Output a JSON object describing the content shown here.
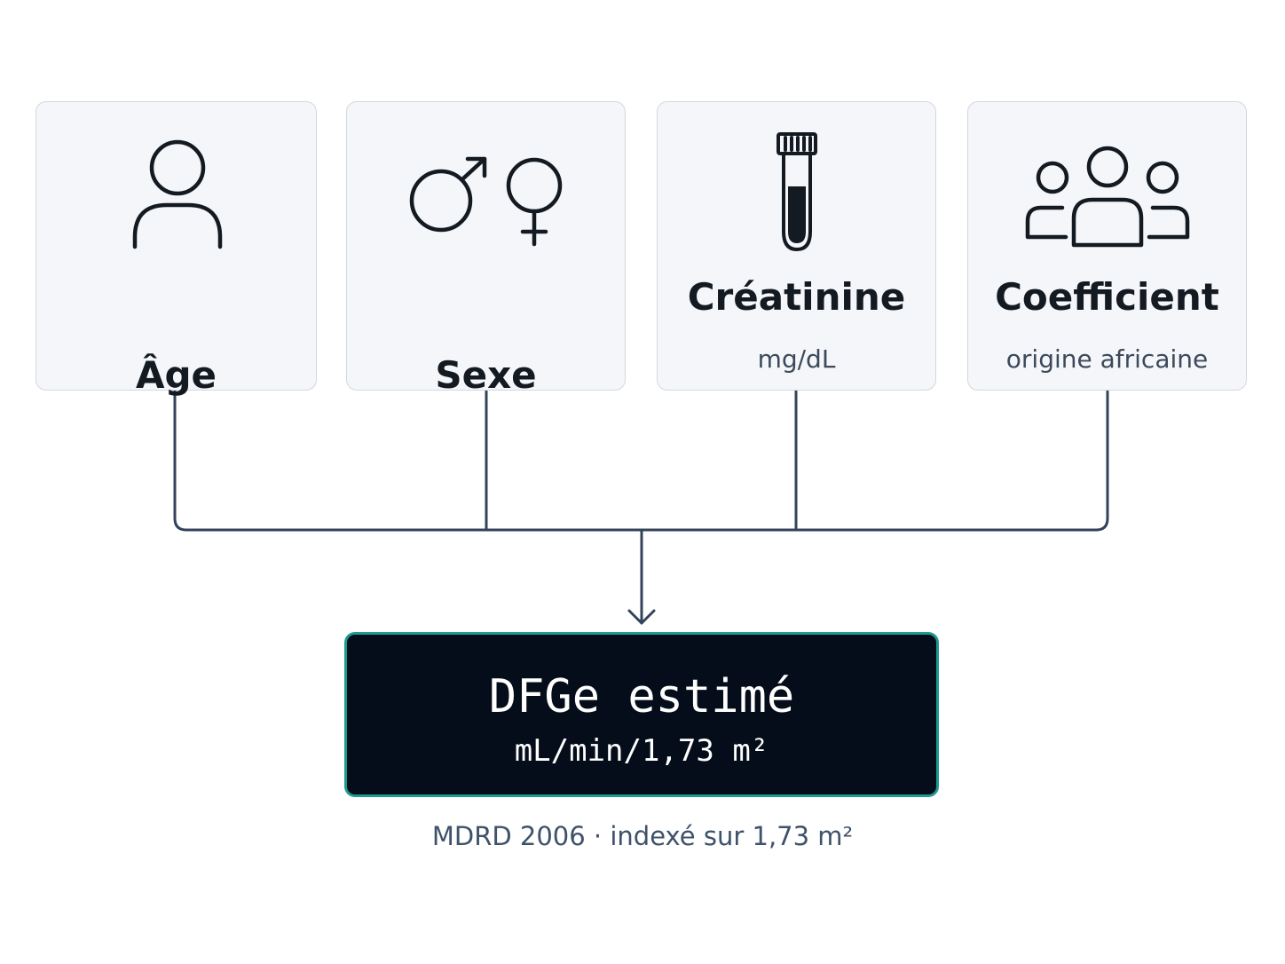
{
  "cards": [
    {
      "title": "Âge",
      "subtitle": "",
      "icon": "person-icon"
    },
    {
      "title": "Sexe",
      "subtitle": "",
      "icon": "gender-symbols-icon"
    },
    {
      "title": "Créatinine",
      "subtitle": "mg/dL",
      "icon": "test-tube-icon"
    },
    {
      "title": "Coefficient",
      "subtitle": "origine africaine",
      "icon": "group-icon"
    }
  ],
  "result": {
    "title": "DFGe estimé",
    "unit": "mL/min/1,73 m²"
  },
  "footnote": "MDRD 2006 · indexé sur 1,73 m²",
  "colors": {
    "card_bg": "#f4f6f9",
    "card_border": "#d3d8df",
    "connector": "#34435a",
    "result_bg": "#050d1a",
    "result_border": "#1c9b8e",
    "icon": "#141a22"
  }
}
